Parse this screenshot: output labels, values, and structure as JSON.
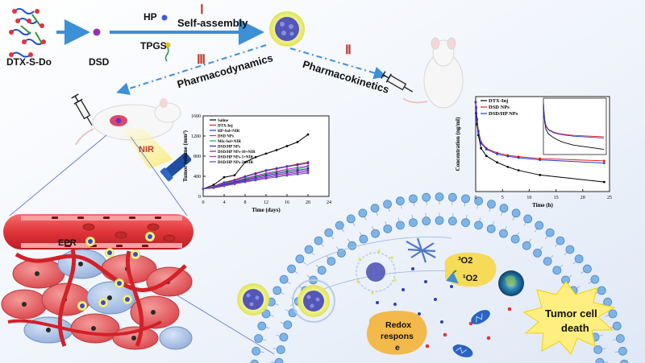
{
  "labels": {
    "dtx_s_do": "DTX-S-Do",
    "dsd": "DSD",
    "hp": "HP",
    "tpgs": "TPGS",
    "self_assembly": "Self-assembly",
    "step1": "Ⅰ",
    "step2": "Ⅱ",
    "step3": "Ⅲ",
    "pharmacokinetics": "Pharmacokinetics",
    "pharmacodynamics": "Pharmacodynamics",
    "nir": "NIR",
    "epr": "EPR",
    "o2_3": "³O2",
    "o2_1": "¹O2",
    "redox_1": "Redox",
    "redox_2": "respons",
    "redox_3": "e",
    "tumor_1": "Tumor cell",
    "tumor_2": "death"
  },
  "colors": {
    "arrow_blue": "#3d8fd6",
    "roman_red": "#c0392b",
    "vessel_red": "#e0353a",
    "tumor_cell": "#e76b6b",
    "cell_blue": "#a9c3e6",
    "membrane_blue": "#7fb4e6",
    "nanoparticle_yellow": "#eef07a",
    "nanoparticle_purple": "#4848b0",
    "yellow_label": "#f5d94e",
    "orange_label": "#f3b94a"
  },
  "chart_data": [
    {
      "type": "line",
      "xlabel": "Time (days)",
      "ylabel": "Tumor volume (mm³)",
      "xlim": [
        0,
        24
      ],
      "ylim": [
        0,
        1600
      ],
      "xticks": [
        0,
        4,
        8,
        12,
        16,
        20,
        24
      ],
      "yticks": [
        0,
        400,
        800,
        1200,
        1600
      ],
      "x": [
        0,
        2,
        4,
        6,
        8,
        10,
        12,
        14,
        16,
        18,
        20
      ],
      "series": [
        {
          "name": "Saline",
          "color": "#000000",
          "values": [
            150,
            230,
            380,
            420,
            680,
            780,
            850,
            920,
            1000,
            1080,
            1230
          ]
        },
        {
          "name": "DTX-Inj",
          "color": "#e02020",
          "values": [
            150,
            200,
            280,
            330,
            400,
            460,
            520,
            560,
            600,
            640,
            680
          ]
        },
        {
          "name": "HP-Sol+NIR",
          "color": "#1f3bd6",
          "values": [
            150,
            195,
            270,
            320,
            390,
            450,
            510,
            550,
            590,
            625,
            660
          ]
        },
        {
          "name": "DSD NPs",
          "color": "#d020d0",
          "values": [
            150,
            190,
            255,
            300,
            360,
            410,
            460,
            500,
            540,
            575,
            610
          ]
        },
        {
          "name": "Mix-Sol+NIR",
          "color": "#16a54a",
          "values": [
            150,
            185,
            245,
            290,
            345,
            395,
            440,
            480,
            515,
            550,
            585
          ]
        },
        {
          "name": "DSD/HP NPs",
          "color": "#2a2aa0",
          "values": [
            150,
            180,
            235,
            280,
            330,
            375,
            420,
            455,
            490,
            520,
            550
          ]
        },
        {
          "name": "DSD/HP NPs-10+NIR",
          "color": "#7a20a0",
          "values": [
            150,
            175,
            225,
            265,
            310,
            355,
            395,
            430,
            460,
            490,
            520
          ]
        },
        {
          "name": "DSD/HP NPs-5+NIR",
          "color": "#a030c0",
          "values": [
            150,
            170,
            215,
            255,
            295,
            335,
            375,
            405,
            435,
            465,
            490
          ]
        },
        {
          "name": "DSD/HP NPs-2+NIR",
          "color": "#5050c8",
          "values": [
            150,
            168,
            205,
            245,
            285,
            320,
            355,
            385,
            415,
            440,
            465
          ]
        }
      ]
    },
    {
      "type": "line",
      "xlabel": "Time (h)",
      "ylabel": "Concentration (ng/ml)",
      "xlim": [
        0,
        25
      ],
      "xticks": [
        0,
        5,
        10,
        15,
        20,
        25
      ],
      "x": [
        0,
        0.083,
        0.25,
        0.5,
        1,
        2,
        4,
        6,
        8,
        12,
        24
      ],
      "series": [
        {
          "name": "DTX-Inj",
          "color": "#000000",
          "values": [
            20000,
            9000,
            4000,
            1800,
            700,
            400,
            250,
            180,
            140,
            100,
            60
          ]
        },
        {
          "name": "DSD NPs",
          "color": "#e02020",
          "values": [
            20000,
            14000,
            6000,
            2500,
            1100,
            700,
            500,
            420,
            380,
            330,
            280
          ]
        },
        {
          "name": "DSD/HP NPs",
          "color": "#1f3bd6",
          "values": [
            20000,
            13000,
            5500,
            2300,
            1000,
            650,
            460,
            390,
            350,
            300,
            240
          ]
        }
      ]
    }
  ]
}
